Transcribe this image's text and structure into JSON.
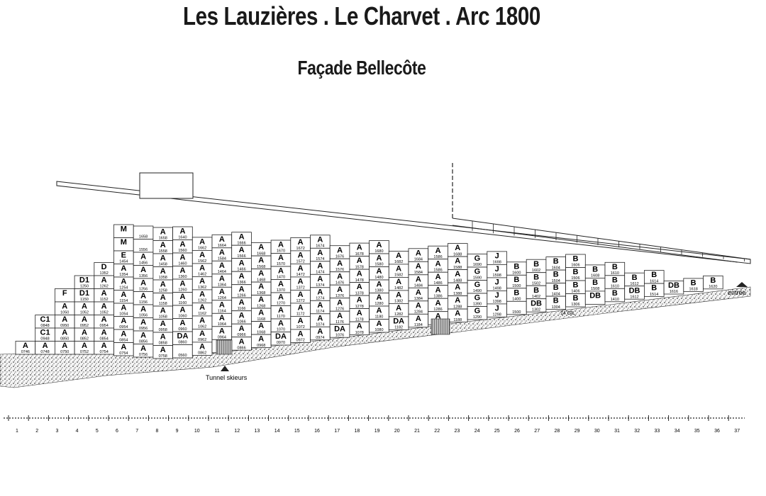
{
  "header": {
    "title": "Les Lauzières . Le Charvet . Arc 1800",
    "subtitle": "Façade Bellecôte"
  },
  "labels": {
    "tunnel": "Tunnel skieurs",
    "entrance": "entrée",
    "marker_14": "14 GIL"
  },
  "scale": {
    "ticks": [
      "1",
      "2",
      "3",
      "4",
      "5",
      "6",
      "7",
      "8",
      "9",
      "10",
      "11",
      "12",
      "13",
      "14",
      "15",
      "16",
      "17",
      "18",
      "19",
      "20",
      "21",
      "22",
      "23",
      "24",
      "25",
      "26",
      "27",
      "28",
      "29",
      "30",
      "31",
      "32",
      "33",
      "34",
      "35",
      "36",
      "37"
    ]
  },
  "columns": [
    {
      "cells": [
        [
          "A",
          "0746"
        ]
      ]
    },
    {
      "cells": [
        [
          "C1",
          "0848"
        ],
        [
          "C1",
          "0948"
        ],
        [
          "A",
          "0748"
        ]
      ]
    },
    {
      "cells": [
        [
          "F",
          ""
        ],
        [
          "A",
          "1050"
        ],
        [
          "A",
          "0950"
        ],
        [
          "A",
          "0850"
        ],
        [
          "A",
          "0750"
        ]
      ]
    },
    {
      "cells": [
        [
          "D1",
          "1250"
        ],
        [
          "D1",
          "1150"
        ],
        [
          "A",
          "1052"
        ],
        [
          "A",
          "0952"
        ],
        [
          "A",
          "0852"
        ],
        [
          "A",
          "0752"
        ]
      ]
    },
    {
      "cells": [
        [
          "D",
          "1352"
        ],
        [
          "A",
          "1262"
        ],
        [
          "A",
          "1152"
        ],
        [
          "A",
          "1052"
        ],
        [
          "A",
          "0954"
        ],
        [
          "A",
          "0854"
        ],
        [
          "A",
          "0754"
        ]
      ]
    },
    {
      "cells": [
        [
          "M",
          ""
        ],
        [
          "M",
          ""
        ],
        [
          "E",
          "1454"
        ],
        [
          "A",
          "1354"
        ],
        [
          "A",
          "1254"
        ],
        [
          "A",
          "1154"
        ],
        [
          "A",
          "1054"
        ],
        [
          "A",
          "0954"
        ],
        [
          "A",
          "0854"
        ],
        [
          "A",
          "0754"
        ]
      ]
    },
    {
      "cells": [
        [
          "",
          "1658"
        ],
        [
          "",
          "1556"
        ],
        [
          "A",
          "1456"
        ],
        [
          "A",
          "1356"
        ],
        [
          "A",
          "1256"
        ],
        [
          "A",
          "1156"
        ],
        [
          "A",
          "1056"
        ],
        [
          "A",
          "0956"
        ],
        [
          "A",
          "0856"
        ],
        [
          "A",
          "0756"
        ]
      ]
    },
    {
      "cells": [
        [
          "A",
          "1658"
        ],
        [
          "A",
          "1558"
        ],
        [
          "A",
          "1458"
        ],
        [
          "A",
          "1358"
        ],
        [
          "A",
          "1258"
        ],
        [
          "A",
          "1158"
        ],
        [
          "A",
          "1058"
        ],
        [
          "A",
          "0958"
        ],
        [
          "A",
          "0858"
        ],
        [
          "A",
          "0758"
        ]
      ]
    },
    {
      "cells": [
        [
          "A",
          "1640"
        ],
        [
          "A",
          "1560"
        ],
        [
          "A",
          "1460"
        ],
        [
          "A",
          "1360"
        ],
        [
          "A",
          "1260"
        ],
        [
          "A",
          "1160"
        ],
        [
          "A",
          "1060"
        ],
        [
          "A",
          "0960"
        ],
        [
          "DA",
          "0860"
        ],
        [
          "",
          "0560"
        ]
      ]
    },
    {
      "cells": [
        [
          "A",
          "1662"
        ],
        [
          "A",
          "1562"
        ],
        [
          "A",
          "1462"
        ],
        [
          "A",
          "1362"
        ],
        [
          "A",
          "1262"
        ],
        [
          "A",
          "1162"
        ],
        [
          "A",
          "1062"
        ],
        [
          "A",
          "0962"
        ],
        [
          "A",
          "0862"
        ]
      ]
    },
    {
      "cells": [
        [
          "A",
          "1664"
        ],
        [
          "A",
          "1584"
        ],
        [
          "A",
          "1464"
        ],
        [
          "A",
          "1364"
        ],
        [
          "A",
          "1264"
        ],
        [
          "A",
          "1164"
        ],
        [
          "A",
          "1064"
        ],
        [
          "A",
          "0964"
        ],
        [
          "A",
          "0864"
        ]
      ]
    },
    {
      "cells": [
        [
          "A",
          "1666"
        ],
        [
          "A",
          "1566"
        ],
        [
          "A",
          "1466"
        ],
        [
          "A",
          "1366"
        ],
        [
          "A",
          "1266"
        ],
        [
          "A",
          "1166"
        ],
        [
          "A",
          "1066"
        ],
        [
          "A",
          "0966"
        ],
        [
          "A",
          "0866"
        ]
      ]
    },
    {
      "cells": [
        [
          "A",
          "1668"
        ],
        [
          "A",
          "1568"
        ],
        [
          "A",
          "1468"
        ],
        [
          "A",
          "1368"
        ],
        [
          "A",
          "1268"
        ],
        [
          "A",
          "1168"
        ],
        [
          "A",
          "1068"
        ],
        [
          "A",
          "0968"
        ]
      ]
    },
    {
      "cells": [
        [
          "A",
          "1670"
        ],
        [
          "A",
          "1570"
        ],
        [
          "A",
          "1470"
        ],
        [
          "A",
          "1370"
        ],
        [
          "A",
          "1270"
        ],
        [
          "A",
          "1170"
        ],
        [
          "A",
          "1070"
        ],
        [
          "DA",
          "0970"
        ]
      ]
    },
    {
      "cells": [
        [
          "A",
          "1672"
        ],
        [
          "A",
          "1572"
        ],
        [
          "A",
          "1472"
        ],
        [
          "A",
          "1372"
        ],
        [
          "A",
          "1272"
        ],
        [
          "A",
          "1172"
        ],
        [
          "A",
          "1072"
        ],
        [
          "A",
          "0972"
        ]
      ]
    },
    {
      "cells": [
        [
          "A",
          "1674"
        ],
        [
          "A",
          "1574"
        ],
        [
          "A",
          "1474"
        ],
        [
          "A",
          "1374"
        ],
        [
          "A",
          "1274"
        ],
        [
          "A",
          "1174"
        ],
        [
          "A",
          "1074"
        ],
        [
          "A",
          "0974"
        ]
      ]
    },
    {
      "cells": [
        [
          "A",
          "1676"
        ],
        [
          "A",
          "1576"
        ],
        [
          "A",
          "1476"
        ],
        [
          "A",
          "1376"
        ],
        [
          "A",
          "1276"
        ],
        [
          "A",
          "1176"
        ],
        [
          "DA",
          "1076"
        ]
      ]
    },
    {
      "cells": [
        [
          "A",
          "1678"
        ],
        [
          "A",
          "1578"
        ],
        [
          "A",
          "1478"
        ],
        [
          "A",
          "1378"
        ],
        [
          "A",
          "1278"
        ],
        [
          "A",
          "1178"
        ],
        [
          "A",
          "1078"
        ]
      ]
    },
    {
      "cells": [
        [
          "A",
          "1680"
        ],
        [
          "A",
          "1580"
        ],
        [
          "A",
          "1480"
        ],
        [
          "A",
          "1380"
        ],
        [
          "A",
          "1280"
        ],
        [
          "A",
          "1180"
        ],
        [
          "A",
          "1080"
        ]
      ]
    },
    {
      "cells": [
        [
          "A",
          "1682"
        ],
        [
          "A",
          "1582"
        ],
        [
          "A",
          "1482"
        ],
        [
          "A",
          "1382"
        ],
        [
          "A",
          "1282"
        ],
        [
          "DA",
          "1182"
        ]
      ]
    },
    {
      "cells": [
        [
          "A",
          "1684"
        ],
        [
          "A",
          "1584"
        ],
        [
          "A",
          "1484"
        ],
        [
          "A",
          "1384"
        ],
        [
          "A",
          "1284"
        ],
        [
          "A",
          "1184"
        ]
      ]
    },
    {
      "cells": [
        [
          "A",
          "1586"
        ],
        [
          "A",
          "1586"
        ],
        [
          "A",
          "1486"
        ],
        [
          "A",
          "1386"
        ],
        [
          "A",
          "1286"
        ],
        [
          "A",
          "1186"
        ]
      ]
    },
    {
      "cells": [
        [
          "A",
          "1688"
        ],
        [
          "A",
          "1588"
        ],
        [
          "A",
          "1488"
        ],
        [
          "A",
          "1388"
        ],
        [
          "A",
          "1288"
        ],
        [
          "A",
          "1188"
        ]
      ]
    },
    {
      "cells": [
        [
          "G",
          "1690"
        ],
        [
          "G",
          "1590"
        ],
        [
          "G",
          "1490"
        ],
        [
          "G",
          "1390"
        ],
        [
          "G",
          "1290"
        ]
      ]
    },
    {
      "cells": [
        [
          "J",
          "1698"
        ],
        [
          "J",
          "1598"
        ],
        [
          "J",
          "1498"
        ],
        [
          "J",
          "1398"
        ],
        [
          "J",
          "1298"
        ]
      ]
    },
    {
      "cells": [
        [
          "B",
          "1600"
        ],
        [
          "B",
          "1500"
        ],
        [
          "B",
          "1400"
        ],
        [
          "",
          "1500"
        ]
      ]
    },
    {
      "cells": [
        [
          "B",
          "1602"
        ],
        [
          "B",
          "1502"
        ],
        [
          "B",
          "1402"
        ],
        [
          "DB",
          "1302"
        ]
      ]
    },
    {
      "cells": [
        [
          "B",
          "1604"
        ],
        [
          "B",
          "1504"
        ],
        [
          "B",
          "1404"
        ],
        [
          "B",
          "1304"
        ]
      ]
    },
    {
      "cells": [
        [
          "B",
          "1606"
        ],
        [
          "B",
          "1506"
        ],
        [
          "B",
          "1406"
        ],
        [
          "B",
          "1306"
        ]
      ]
    },
    {
      "cells": [
        [
          "B",
          "1608"
        ],
        [
          "B",
          "1508"
        ],
        [
          "DB",
          ""
        ]
      ]
    },
    {
      "cells": [
        [
          "B",
          "1610"
        ],
        [
          "B",
          "1610"
        ],
        [
          "B",
          "1410"
        ]
      ]
    },
    {
      "cells": [
        [
          "B",
          "1612"
        ],
        [
          "DB",
          "1612"
        ]
      ]
    },
    {
      "cells": [
        [
          "B",
          "1614"
        ],
        [
          "B",
          "1514"
        ]
      ]
    },
    {
      "cells": [
        [
          "DB",
          "1616"
        ]
      ]
    },
    {
      "cells": [
        [
          "B",
          "1618"
        ]
      ]
    },
    {
      "cells": [
        [
          "B",
          "1620"
        ]
      ]
    }
  ]
}
